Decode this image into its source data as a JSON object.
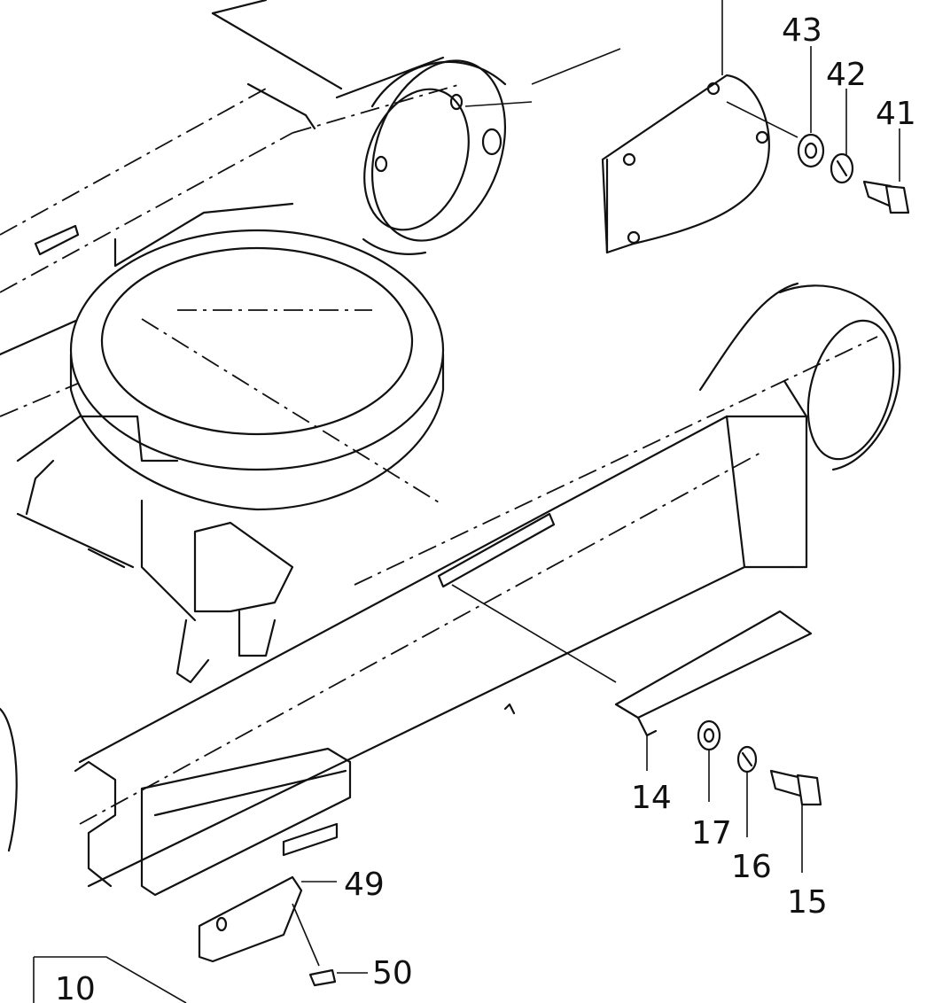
{
  "callouts": {
    "c43": "43",
    "c42": "42",
    "c41": "41",
    "c14": "14",
    "c17": "17",
    "c16": "16",
    "c15": "15",
    "c49": "49",
    "c50": "50",
    "c10": "10"
  }
}
